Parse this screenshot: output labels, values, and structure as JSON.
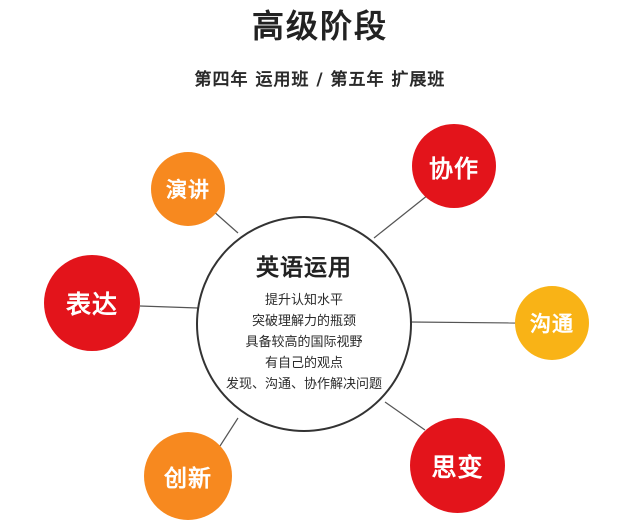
{
  "header": {
    "title": "高级阶段",
    "subtitle": "第四年 运用班 / 第五年 扩展班"
  },
  "center": {
    "title": "英语运用",
    "points": [
      "提升认知水平",
      "突破理解力的瓶颈",
      "具备较高的国际视野",
      "有自己的观点",
      "发现、沟通、协作解决问题"
    ]
  },
  "nodes": {
    "yanjiang": {
      "label": "演讲",
      "color": "#f7891f"
    },
    "xiezuo": {
      "label": "协作",
      "color": "#e3141b"
    },
    "biaoda": {
      "label": "表达",
      "color": "#e3141b"
    },
    "goutong": {
      "label": "沟通",
      "color": "#f9b316"
    },
    "chuangxin": {
      "label": "创新",
      "color": "#f7891f"
    },
    "sibian": {
      "label": "思变",
      "color": "#e3141b"
    }
  }
}
